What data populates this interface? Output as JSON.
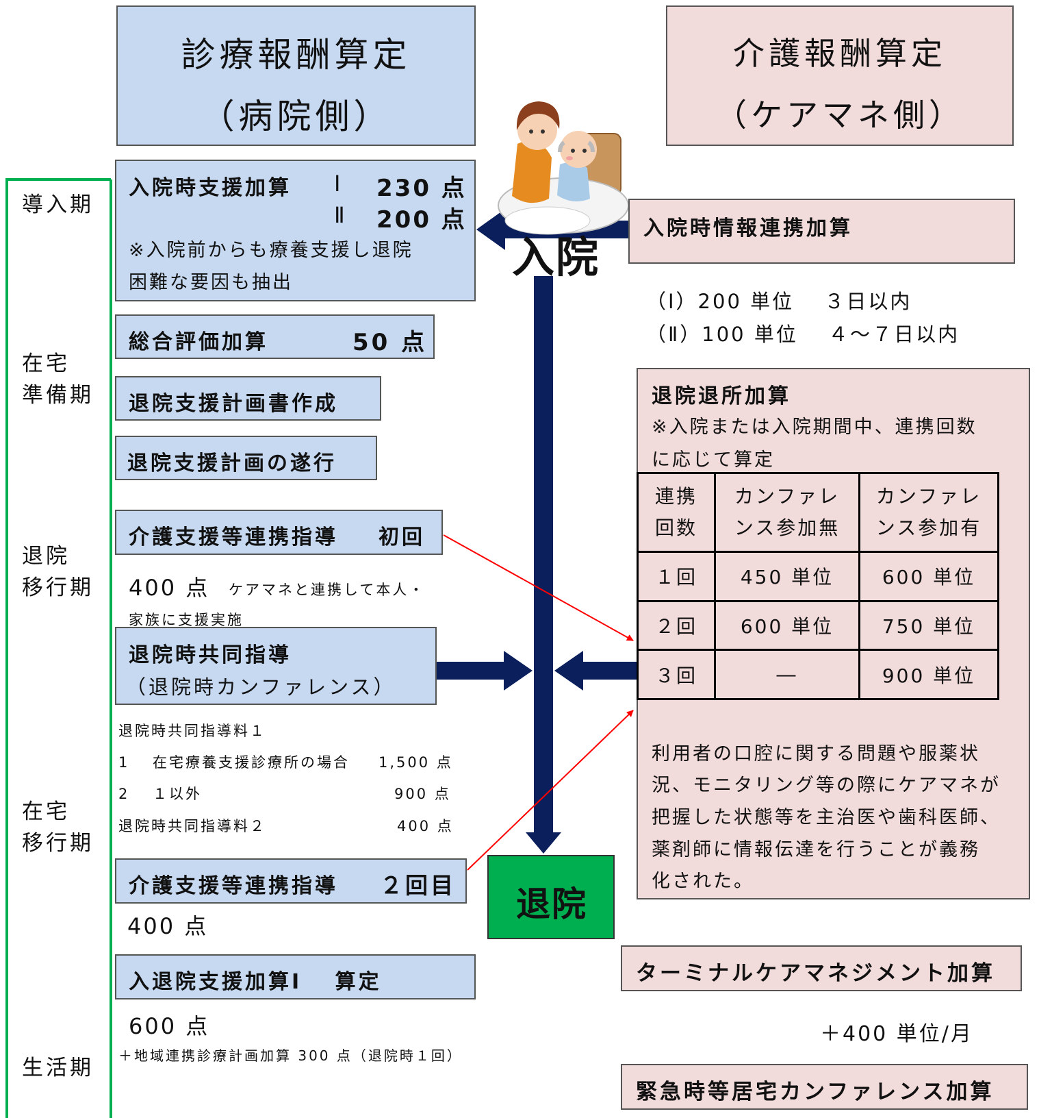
{
  "headers": {
    "left_line1": "診療報酬算定",
    "left_line2": "（病院側）",
    "right_line1": "介護報酬算定",
    "right_line2": "（ケアマネ側）"
  },
  "phases": {
    "p1": "導入期",
    "p2": "在宅\n準備期",
    "p3": "退院\n移行期",
    "p4": "在宅\n移行期",
    "p5": "生活期"
  },
  "hospital": {
    "admission_support": {
      "title": "入院時支援加算",
      "level1": "Ⅰ",
      "points1": "230 点",
      "level2": "Ⅱ",
      "points2": "200 点",
      "note1": "※入院前からも療養支援し退院",
      "note2": "困難な要因も抽出"
    },
    "comprehensive": {
      "title": "総合評価加算",
      "points": "50 点"
    },
    "plan_create": "退院支援計画書作成",
    "plan_execute": "退院支援計画の遂行",
    "care_support_first": {
      "title": "介護支援等連携指導",
      "suffix": "初回"
    },
    "care_support_first_desc": {
      "points": "400 点",
      "text1": "ケアマネと連携して本人・",
      "text2": "家族に支援実施"
    },
    "joint_guidance": {
      "line1": "退院時共同指導",
      "line2": "（退院時カンファレンス）"
    },
    "joint_fees": {
      "fee1_title": "退院時共同指導料１",
      "row1_label": "1　 在宅療養支援診療所の場合",
      "row1_points": "1,500 点",
      "row2_label": "2　 １以外",
      "row2_points": "900 点",
      "fee2_title": "退院時共同指導料２",
      "fee2_points": "400 点"
    },
    "care_support_second": {
      "title": "介護支援等連携指導",
      "suffix": "２回目",
      "points": "400 点"
    },
    "discharge_support": {
      "title": "入退院支援加算Ⅰ　 算定",
      "points": "600 点",
      "note": "＋地域連携診療計画加算 300 点（退院時１回）"
    }
  },
  "center": {
    "admission": "入院",
    "discharge": "退院"
  },
  "care_manager": {
    "info_link": {
      "title": "入院時情報連携加算",
      "line1": "（Ⅰ）200 単位　 ３日以内",
      "line2": "（Ⅱ）100 単位　 ４～７日以内"
    },
    "discharge_addition": {
      "title": "退院退所加算",
      "note1": "※入院または入院期間中、連携回数",
      "note2": "に応じて算定",
      "table": {
        "headers": [
          "連携\n回数",
          "カンファレ\nンス参加無",
          "カンファレ\nンス参加有"
        ],
        "rows": [
          [
            "１回",
            "450 単位",
            "600 単位"
          ],
          [
            "２回",
            "600 単位",
            "750 単位"
          ],
          [
            "３回",
            "―",
            "900 単位"
          ]
        ]
      },
      "desc1": "利用者の口腔に関する問題や服薬状",
      "desc2": "況、モニタリング等の際にケアマネが",
      "desc3": "把握した状態等を主治医や歯科医師、",
      "desc4": "薬剤師に情報伝達を行うことが義務",
      "desc5": "化された。"
    },
    "terminal": {
      "title": "ターミナルケアマネジメント加算",
      "units": "＋400 単位/月"
    },
    "emergency": {
      "title": "緊急時等居宅カンファレンス加算"
    }
  },
  "colors": {
    "hospital_box": "#c6d9f1",
    "care_box": "#f2dcdb",
    "timeline_line": "#00b050",
    "main_arrow": "#0a1f5c",
    "discharge_box": "#00b050",
    "link_arrow": "#ff0000"
  }
}
